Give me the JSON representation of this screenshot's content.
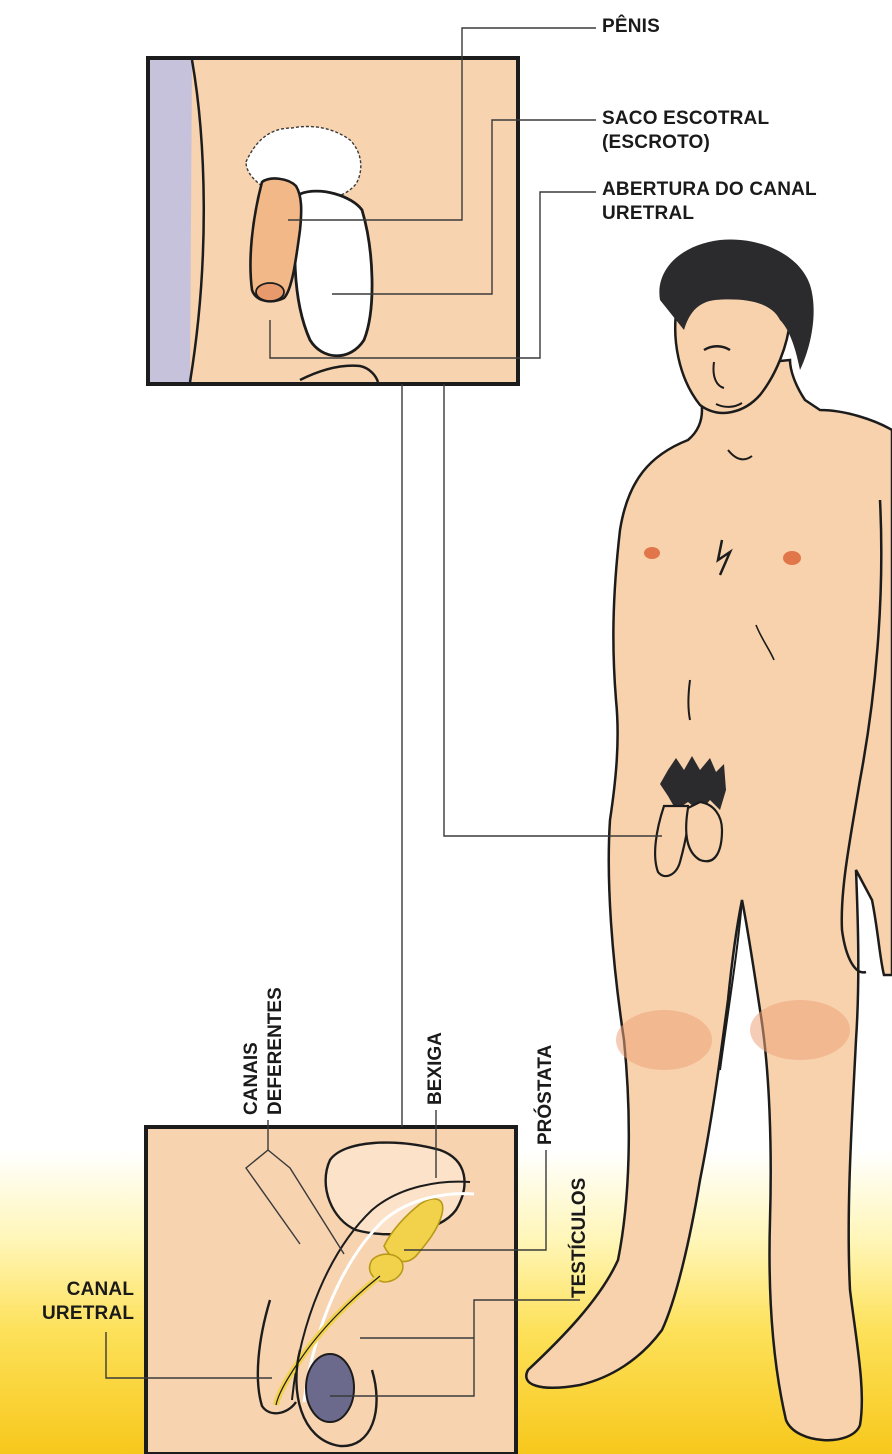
{
  "labels": {
    "penis": "PÊNIS",
    "scrotum_line1": "SACO ESCOTRAL",
    "scrotum_line2": "(ESCROTO)",
    "urethra_opening_line1": "ABERTURA DO CANAL",
    "urethra_opening_line2": "URETRAL",
    "canais_line1": "CANAIS",
    "canais_line2": "DEFERENTES",
    "bexiga": "BEXIGA",
    "prostata": "PRÓSTATA",
    "testiculos": "TESTÍCULOS",
    "canal_uretral_line1": "CANAL",
    "canal_uretral_line2": "URETRAL"
  },
  "colors": {
    "skin": "#f6cfa8",
    "skin_shade": "#eba77c",
    "hair": "#2b2b2e",
    "frame": "#1c1c1c",
    "leader_line": "#3a3a3a",
    "organ_yellow": "#f2d24a",
    "testis_purple": "#6b6a8c",
    "inset_bg": "#f7d3b0"
  }
}
